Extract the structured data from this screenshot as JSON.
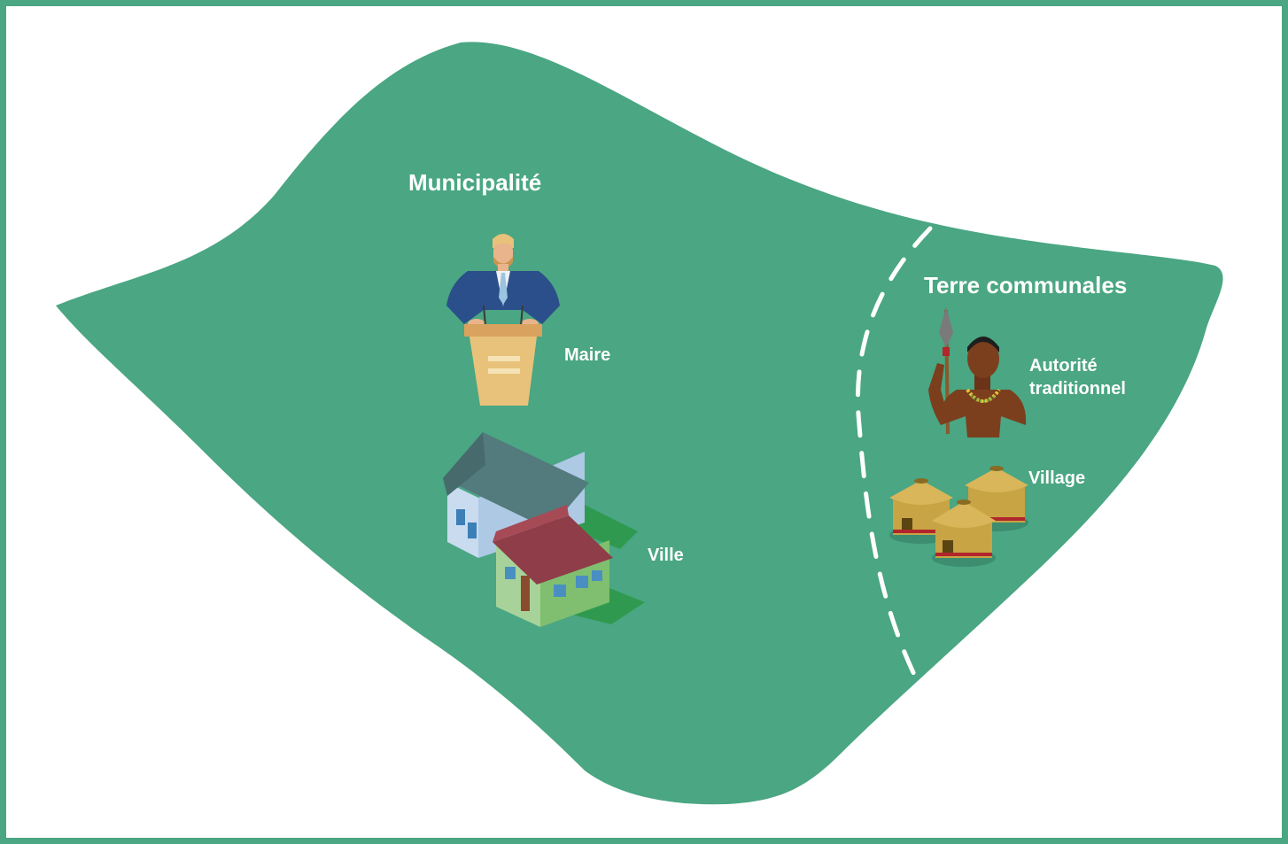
{
  "colors": {
    "frame": "#4aa683",
    "land": "#4aa683",
    "divider": "#ffffff",
    "text": "#ffffff"
  },
  "regions": {
    "municipality": {
      "title": "Municipalité",
      "mayor": {
        "label": "Maire",
        "icon": "mayor-at-podium-icon"
      },
      "town": {
        "label": "Ville",
        "icon": "houses-icon"
      }
    },
    "communal_lands": {
      "title": "Terre communales",
      "traditional_authority": {
        "label_line1": "Autorité",
        "label_line2": "traditionnel",
        "icon": "traditional-chief-icon"
      },
      "village": {
        "label": "Village",
        "icon": "huts-icon"
      }
    }
  }
}
